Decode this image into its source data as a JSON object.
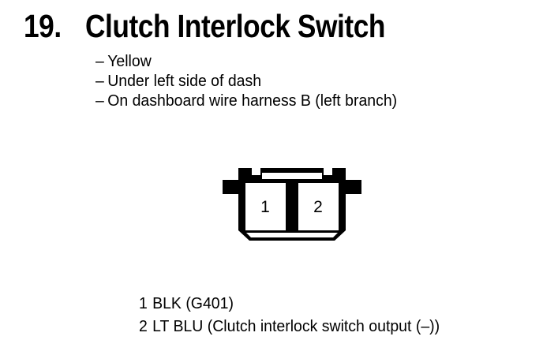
{
  "document": {
    "background_color": "#ffffff",
    "ink_color": "#000000"
  },
  "heading": {
    "number": "19.",
    "title": "Clutch Interlock Switch"
  },
  "details": {
    "bullet_marker": "–",
    "items": [
      {
        "text": "Yellow"
      },
      {
        "text": "Under left side of dash"
      },
      {
        "text": "On dashboard wire harness B (left branch)"
      }
    ]
  },
  "connector": {
    "name": "2-cavity connector",
    "cavity_count": 2,
    "cavities": [
      {
        "number": "1"
      },
      {
        "number": "2"
      }
    ]
  },
  "pin_legend": {
    "rows": [
      {
        "pin": "1",
        "description": "BLK (G401)"
      },
      {
        "pin": "2",
        "description": "LT BLU (Clutch interlock switch output (–))"
      }
    ]
  }
}
